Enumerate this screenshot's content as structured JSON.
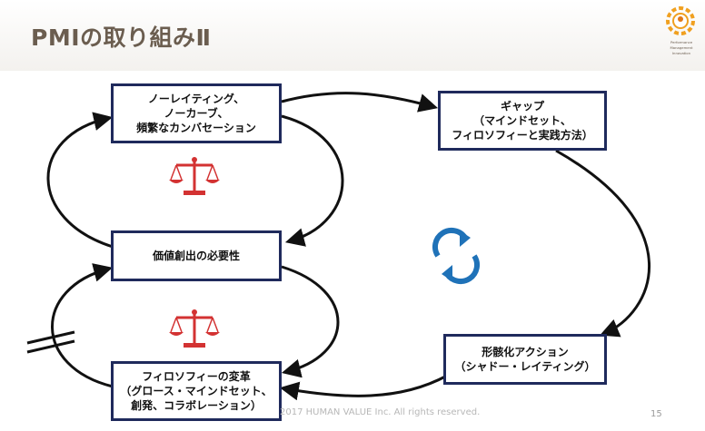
{
  "slide": {
    "title": "PMIの取り組みⅡ",
    "logo_text": [
      "Performance",
      "Management",
      "Innovation"
    ],
    "footer": "2017 HUMAN VALUE Inc. All rights reserved.",
    "page_number": "15"
  },
  "boxes": {
    "no_rating": [
      "ノーレイティング、",
      "ノーカーブ、",
      "頻繁なカンバセーション"
    ],
    "gap": [
      "ギャップ",
      "（マインドセット、",
      "フィロソフィーと実践方法）"
    ],
    "value_creation": [
      "価値創出の必要性"
    ],
    "philosophy": [
      "フィロソフィーの変革",
      "（グロース・マインドセット、",
      "創発、コラボレーション）"
    ],
    "formalized": [
      "形骸化アクション",
      "（シャドー・レイティング）"
    ]
  },
  "colors": {
    "box_border": "#1f2a5c",
    "arrow": "#111111",
    "scale": "#d33232",
    "cycle_icon": "#1f72b8",
    "title": "#6b5d4f"
  }
}
